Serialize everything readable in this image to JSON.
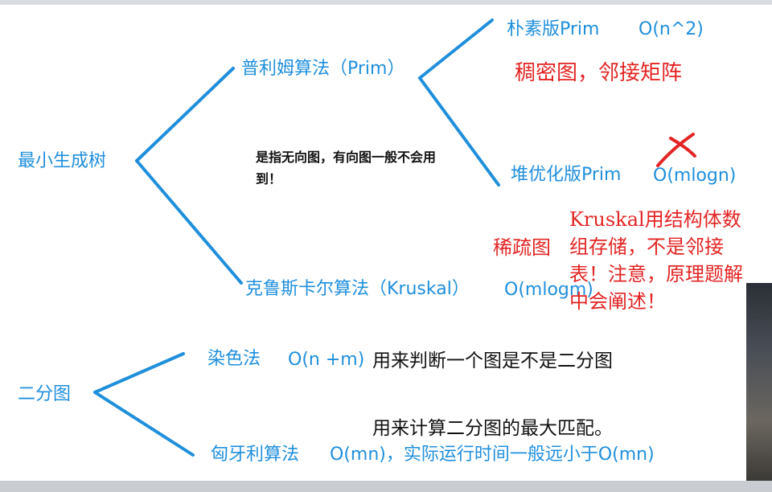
{
  "nodes": {
    "mst": "最小生成树",
    "prim": "普利姆算法（Prim）",
    "prim_naive": "朴素版Prim",
    "prim_naive_complexity": "O(n^2)",
    "prim_heap": "堆优化版Prim",
    "prim_heap_complexity": "O(mlogn)",
    "kruskal": "克鲁斯卡尔算法（Kruskal）",
    "kruskal_complexity": "O(mlogm)",
    "bipartite": "二分图",
    "coloring": "染色法",
    "coloring_complexity": "O(n +m)",
    "hungarian": "匈牙利算法",
    "hungarian_complexity": "O(mn)，实际运行时间一般远小于O(mn)"
  },
  "notes": {
    "dense": "稠密图，邻接矩阵",
    "undirected": "是指无向图，有向图一般不会用到！",
    "sparse": "稀疏图",
    "kruskal_note": "Kruskal用结构体数组存储，不是邻接表！注意，原理题解中会阐述！",
    "coloring_use": "用来判断一个图是不是二分图",
    "hungarian_use": "用来计算二分图的最大匹配。"
  },
  "colors": {
    "branch": "#1f8fdc",
    "annotation": "#e32424",
    "strike": "#e32424"
  }
}
